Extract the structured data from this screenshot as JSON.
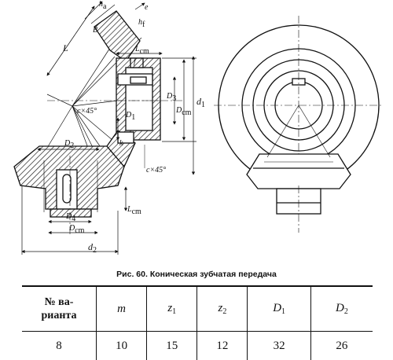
{
  "figure": {
    "caption": "Рис. 60. Коническая зубчатая передача",
    "labels": {
      "ha": "h",
      "ha_sub": "a",
      "e": "e",
      "hf": "h",
      "hf_sub": "f",
      "B": "B",
      "L": "L",
      "Lcm_top": "L",
      "cm_sub": "cm",
      "f": "f",
      "D3": "D",
      "D3_sub": "3",
      "D1": "D",
      "D1_sub": "1",
      "Dcm_vert": "D",
      "d1": "d",
      "d1_sub": "1",
      "c45_left": "c×45°",
      "c45_right": "c×45°",
      "k": "k",
      "D2": "D",
      "D2_sub": "2",
      "Lcm_left": "L",
      "D4": "D",
      "D4_sub": "4",
      "Dcm_bottom": "D",
      "d2": "d",
      "d2_sub": "2"
    }
  },
  "table": {
    "headers": {
      "variant": "№ ва-\nрианта",
      "m": "m",
      "z1": "z",
      "z1_sub": "1",
      "z2": "z",
      "z2_sub": "2",
      "D1": "D",
      "D1_sub": "1",
      "D2": "D",
      "D2_sub": "2"
    },
    "row": {
      "variant": "8",
      "m": "10",
      "z1": "15",
      "z2": "12",
      "D1": "32",
      "D2": "26"
    }
  }
}
